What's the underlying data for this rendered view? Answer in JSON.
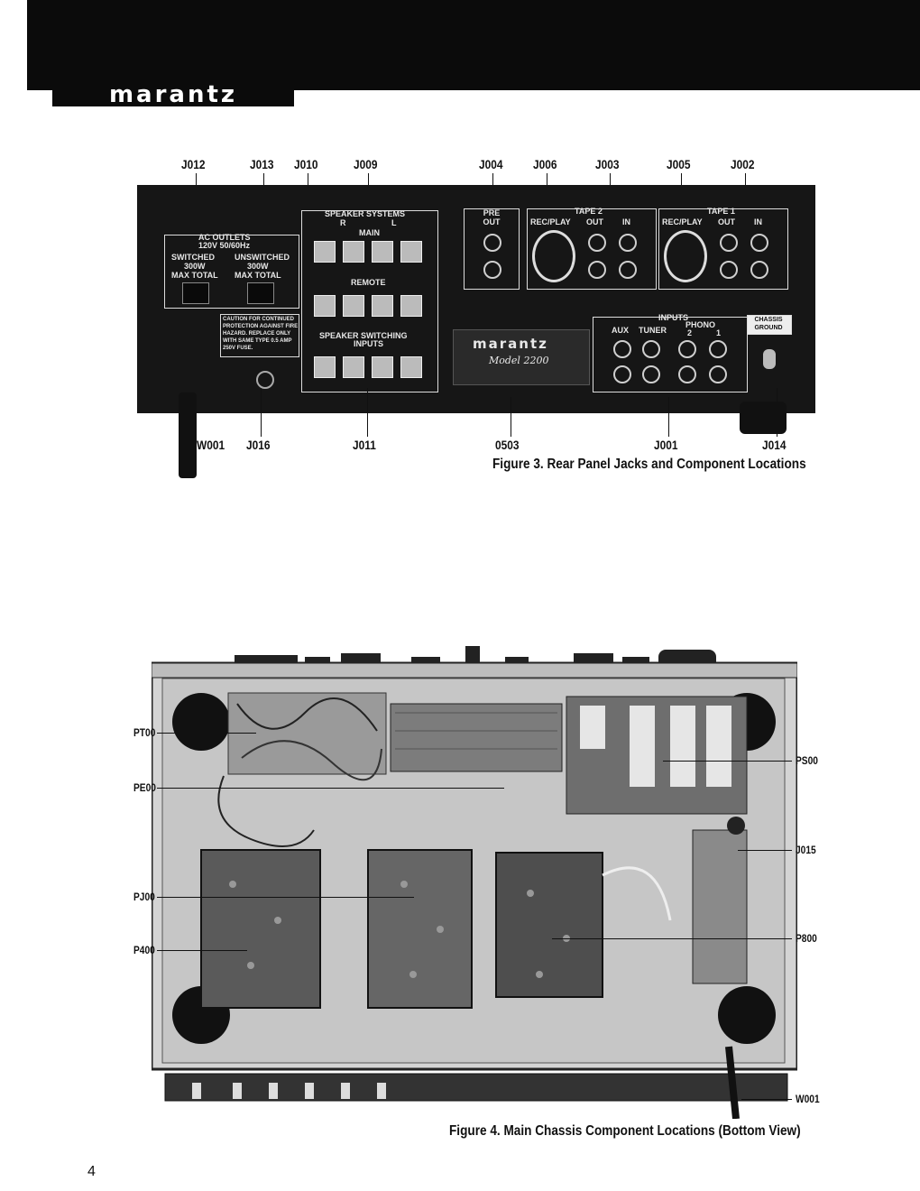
{
  "header": {
    "logo_text": "marantz"
  },
  "figure3": {
    "caption": "Figure 3.  Rear Panel Jacks and Component Locations",
    "labels_top": [
      "J012",
      "J013",
      "J010",
      "J009",
      "J004",
      "J006",
      "J003",
      "J005",
      "J002"
    ],
    "labels_bottom": [
      "W001",
      "J016",
      "J011",
      "0503",
      "J001",
      "J014"
    ],
    "panel_text": {
      "ac_outlets": "AC OUTLETS",
      "ac_rating": "120V 50/60Hz",
      "switched": "SWITCHED",
      "switched_watts": "300W",
      "switched_max": "MAX TOTAL",
      "unswitched": "UNSWITCHED",
      "unswitched_watts": "300W",
      "unswitched_max": "MAX TOTAL",
      "caution": [
        "CAUTION  FOR CONTINUED",
        "PROTECTION AGAINST FIRE",
        "HAZARD.  REPLACE ONLY",
        "WITH SAME TYPE  0.5 AMP",
        "250V FUSE."
      ],
      "speaker_systems": "SPEAKER SYSTEMS",
      "r": "R",
      "l": "L",
      "main": "MAIN",
      "remote": "REMOTE",
      "speaker_switching": "SPEAKER SWITCHING",
      "inputs_sub": "INPUTS",
      "pre_out": "PRE OUT",
      "tape2": "TAPE 2",
      "tape1": "TAPE 1",
      "rec_play": "REC/PLAY",
      "out": "OUT",
      "in": "IN",
      "inputs": "INPUTS",
      "aux": "AUX",
      "tuner": "TUNER",
      "phono": "PHONO",
      "phono_2": "2",
      "phono_1": "1",
      "chassis_ground": "CHASSIS GROUND",
      "brand": "marantz",
      "model": "Model 2200"
    }
  },
  "figure4": {
    "caption": "Figure 4.  Main Chassis Component Locations (Bottom View)",
    "labels_left": [
      "PT00",
      "PE00",
      "PJ00",
      "P400"
    ],
    "labels_right": [
      "PS00",
      "J015",
      "P800",
      "W001"
    ]
  },
  "page": {
    "number": "4"
  }
}
